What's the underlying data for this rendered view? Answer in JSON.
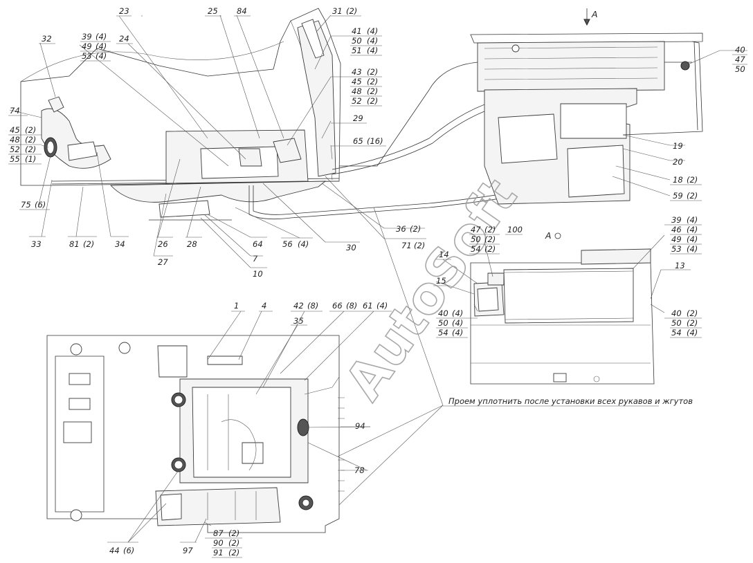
{
  "watermark": "AutoSoft",
  "view_labels": {
    "arrow_a": "A",
    "view_a": "А"
  },
  "note": "Проем уплотнить после установки всех рукавов и жгутов",
  "callouts": {
    "c23": "23",
    "c25": "25",
    "c84": "84",
    "c31": "31",
    "c31q": "(2)",
    "c32": "32",
    "c39a": "39",
    "c39aq": "(4)",
    "c49a": "49",
    "c49aq": "(4)",
    "c53a": "53",
    "c53aq": "(4)",
    "c24": "24",
    "c41": "41",
    "c41q": "(4)",
    "c50a": "50",
    "c50aq": "(4)",
    "c51": "51",
    "c51q": "(4)",
    "c43": "43",
    "c43q": "(2)",
    "c45a": "45",
    "c45aq": "(2)",
    "c48a": "48",
    "c48aq": "(2)",
    "c52a": "52",
    "c52aq": "(2)",
    "c29": "29",
    "c65": "65",
    "c65q": "(16)",
    "c74": "74",
    "c45b": "45",
    "c45bq": "(2)",
    "c48b": "48",
    "c48bq": "(2)",
    "c52b": "52",
    "c52bq": "(2)",
    "c55": "55",
    "c55q": "(1)",
    "c75": "75",
    "c75q": "(6)",
    "c33": "33",
    "c81": "81",
    "c81q": "(2)",
    "c34": "34",
    "c26": "26",
    "c27": "27",
    "c28": "28",
    "c64": "64",
    "c7": "7",
    "c10": "10",
    "c56": "56",
    "c56q": "(4)",
    "c30": "30",
    "c36": "36",
    "c36q": "(2)",
    "c71": "71",
    "c71q": "(2)",
    "c40a": "40",
    "c47a": "47",
    "c50b": "50",
    "c19": "19",
    "c20": "20",
    "c18": "18",
    "c18q": "(2)",
    "c59": "59",
    "c59q": "(2)",
    "c47b": "47",
    "c47bq": "(2)",
    "c50c": "50",
    "c50cq": "(2)",
    "c54a": "54",
    "c54aq": "(2)",
    "c100": "100",
    "c14": "14",
    "c15": "15",
    "c40b": "40",
    "c40bq": "(4)",
    "c50d": "50",
    "c50dq": "(4)",
    "c54b": "54",
    "c54bq": "(4)",
    "c39b": "39",
    "c39bq": "(4)",
    "c46": "46",
    "c46q": "(4)",
    "c49b": "49",
    "c49bq": "(4)",
    "c53b": "53",
    "c53bq": "(4)",
    "c13": "13",
    "c40c": "40",
    "c40cq": "(2)",
    "c50e": "50",
    "c50eq": "(2)",
    "c54c": "54",
    "c54cq": "(4)",
    "c1": "1",
    "c4": "4",
    "c42": "42",
    "c42q": "(8)",
    "c35": "35",
    "c66": "66",
    "c66q": "(8)",
    "c61": "61",
    "c61q": "(4)",
    "c94": "94",
    "c78": "78",
    "c44": "44",
    "c44q": "(6)",
    "c97": "97",
    "c87": "87",
    "c87q": "(2)",
    "c90": "90",
    "c90q": "(2)",
    "c91": "91",
    "c91q": "(2)"
  }
}
